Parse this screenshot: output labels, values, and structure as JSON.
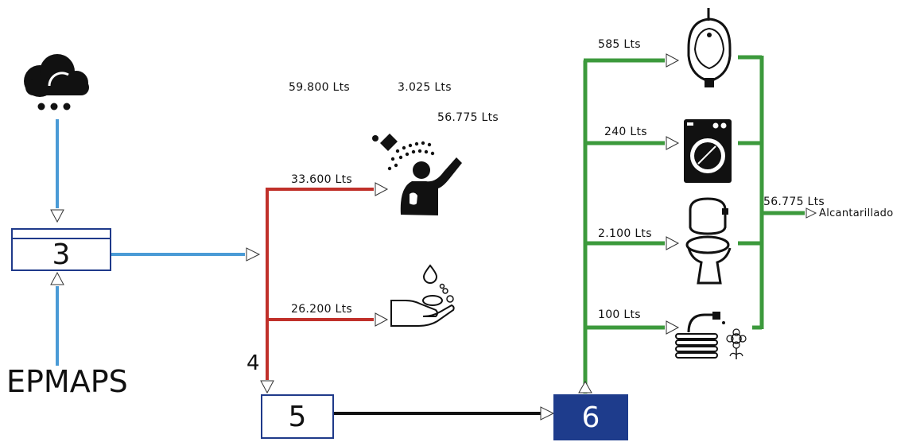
{
  "colors": {
    "blue_line": "#4a9bd6",
    "red_line": "#c0302a",
    "green_line": "#3c9a3c",
    "black_line": "#111111",
    "tank_border": "#1f3a8a",
    "tank_dark": "#1e3c8c"
  },
  "sources": {
    "rain_icon": "cloud-rain-icon",
    "utility_label": "EPMAPS"
  },
  "tanks": {
    "tank3": "3",
    "tank5": "5",
    "tank6": "6",
    "junction4": "4"
  },
  "summary": {
    "total": "59.800 Lts",
    "loss": "3.025 Lts",
    "net": "56.775 Lts"
  },
  "red_branch": {
    "shower_flow": "33.600 Lts",
    "handwash_flow": "26.200 Lts",
    "shower_icon": "shower-person-icon",
    "handwash_icon": "hand-wash-icon"
  },
  "green_branch": {
    "urinal_flow": "585 Lts",
    "washer_flow": "240 Lts",
    "toilet_flow": "2.100 Lts",
    "garden_flow": "100 Lts",
    "urinal_icon": "urinal-icon",
    "washer_icon": "washing-machine-icon",
    "toilet_icon": "toilet-icon",
    "garden_icon": "garden-hose-icon"
  },
  "output": {
    "flow": "56.775 Lts",
    "destination": "Alcantarillado"
  }
}
